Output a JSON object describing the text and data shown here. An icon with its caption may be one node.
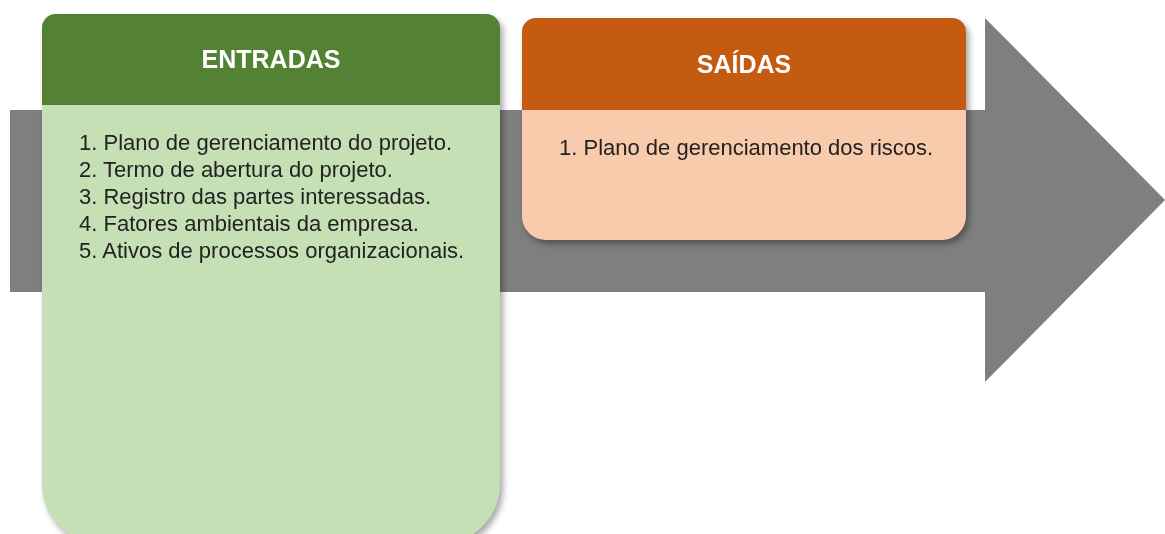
{
  "diagram": {
    "nodes": [
      {
        "text": [
          "ENTRADAS",
          "1. Plano de gerenciamento do projeto.",
          "2. Termo de abertura do projeto.",
          "3. Registro das partes interessadas.",
          "4. Fatores ambientais da empresa.",
          "5. Ativos de processos organizacionais."
        ]
      },
      {
        "text": [
          "SAÍDAS",
          "1. Plano de gerenciamento dos riscos."
        ]
      }
    ]
  }
}
